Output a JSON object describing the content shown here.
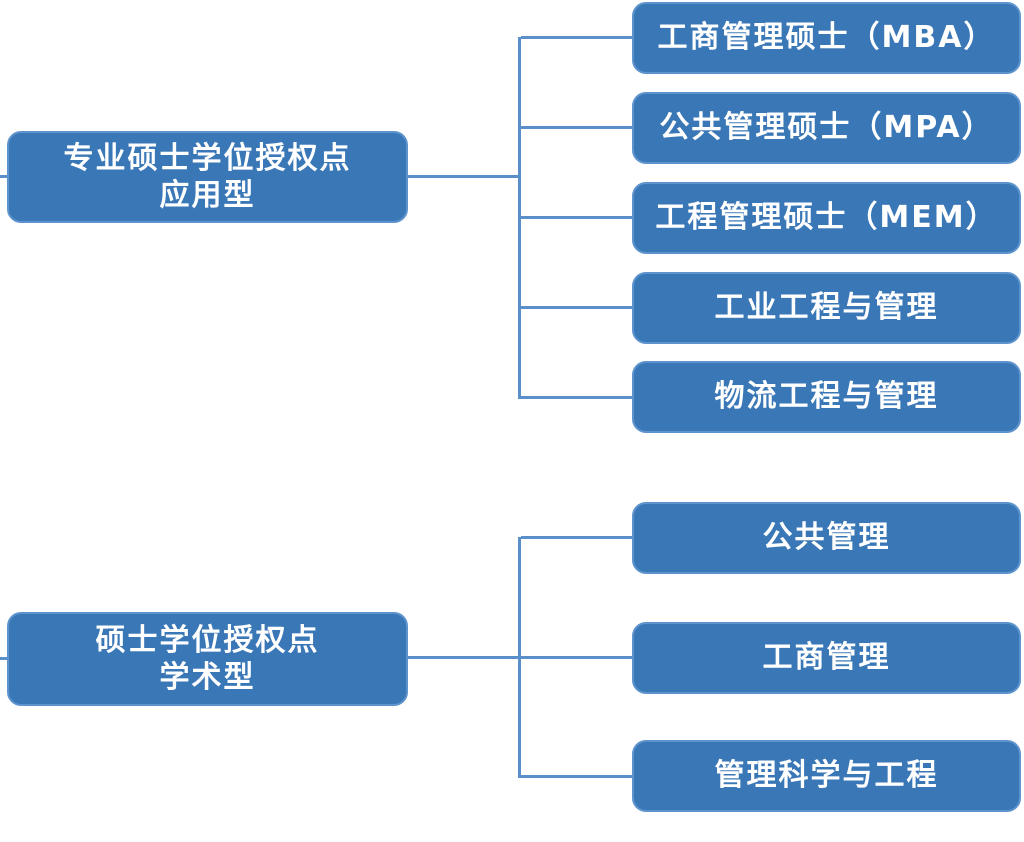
{
  "diagram": {
    "type": "tree",
    "description": "Master degree authorization points hierarchy",
    "colors": {
      "node_fill": "#3A77B6",
      "node_border": "#5E94CD",
      "connector": "#5B8FC9",
      "text": "#FFFFFF",
      "background": "#FFFFFF"
    },
    "groups": [
      {
        "parent": {
          "line1": "专业硕士学位授权点",
          "line2": "应用型"
        },
        "children": [
          {
            "label": "工商管理硕士（MBA）"
          },
          {
            "label": "公共管理硕士（MPA）"
          },
          {
            "label": "工程管理硕士（MEM）"
          },
          {
            "label": "工业工程与管理"
          },
          {
            "label": "物流工程与管理"
          }
        ]
      },
      {
        "parent": {
          "line1": "硕士学位授权点",
          "line2": "学术型"
        },
        "children": [
          {
            "label": "公共管理"
          },
          {
            "label": "工商管理"
          },
          {
            "label": "管理科学与工程"
          }
        ]
      }
    ]
  }
}
